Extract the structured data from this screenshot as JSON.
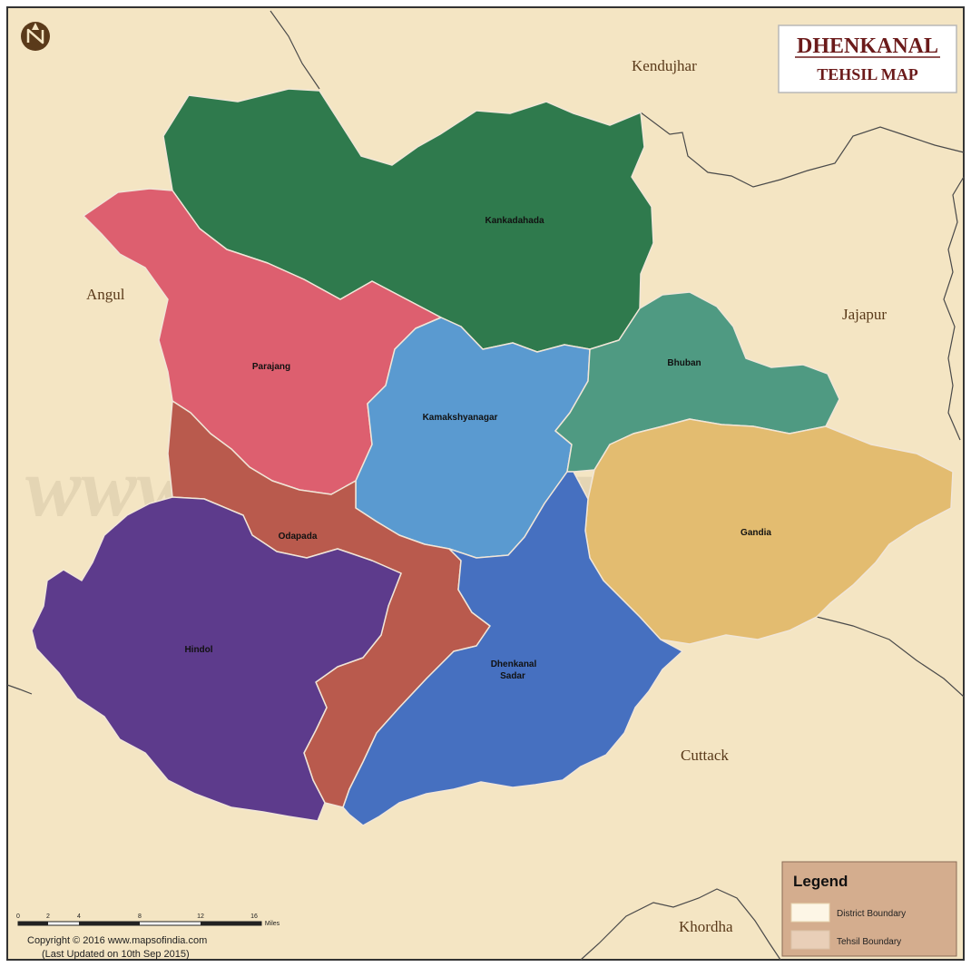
{
  "map": {
    "title_line1": "DHENKANAL",
    "title_line2": "TEHSIL MAP",
    "watermark": "www.mapsofindia.com",
    "background_color": "#f4e5c3",
    "neighbors": [
      "Kendujhar",
      "Angul",
      "Jajapur",
      "Cuttack",
      "Khordha"
    ],
    "tehsils": [
      {
        "name": "Kankadahada",
        "color": "#2f7a4d"
      },
      {
        "name": "Parajang",
        "color": "#dd5f6f"
      },
      {
        "name": "Kamakshyanagar",
        "color": "#5a9ad0"
      },
      {
        "name": "Bhuban",
        "color": "#4f9a82"
      },
      {
        "name": "Gandia",
        "color": "#e3bc70"
      },
      {
        "name": "Odapada",
        "color": "#b95a4d"
      },
      {
        "name": "Hindol",
        "color": "#5d3b8c"
      },
      {
        "name": "Dhenkanal",
        "name_line2": "Sadar",
        "color": "#4670c0"
      }
    ],
    "legend": {
      "title": "Legend",
      "items": [
        "District Boundary",
        "Tehsil Boundary"
      ],
      "background_color": "#d4ad8e"
    },
    "scale": {
      "ticks": [
        "0",
        "2",
        "4",
        "8",
        "12",
        "16"
      ],
      "unit": "Miles"
    },
    "copyright_line1": "Copyright © 2016 www.mapsofindia.com",
    "copyright_line2": "(Last Updated on 10th Sep 2015)",
    "compass_icon": "north-arrow-icon"
  }
}
